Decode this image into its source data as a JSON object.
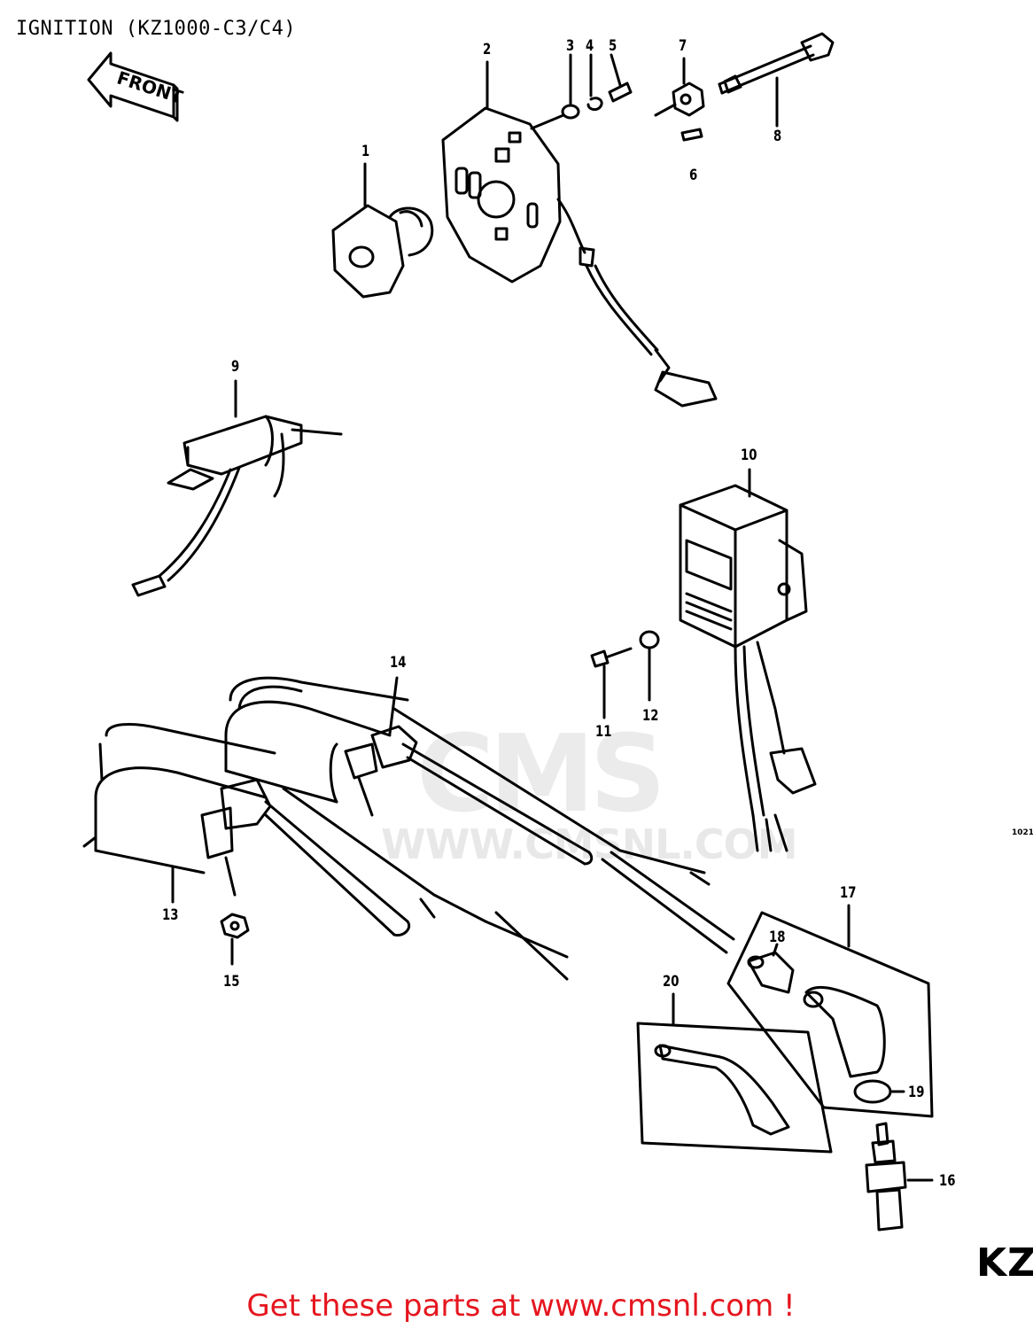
{
  "title": "IGNITION (KZ1000-C3/C4)",
  "front_arrow_label": "FRONT",
  "callouts": [
    "1",
    "2",
    "3",
    "4",
    "5",
    "6",
    "7",
    "8",
    "9",
    "10",
    "11",
    "12",
    "13",
    "14",
    "15",
    "16",
    "17",
    "18",
    "19",
    "20"
  ],
  "diagram_code": "1021",
  "model_tag": "KZ",
  "watermark": {
    "logo": "CMS",
    "url": "WWW.CMSNL.COM"
  },
  "footer": {
    "promo_text": "Get these parts at www.cmsnl.com !",
    "promo_color": "#e5161f"
  }
}
